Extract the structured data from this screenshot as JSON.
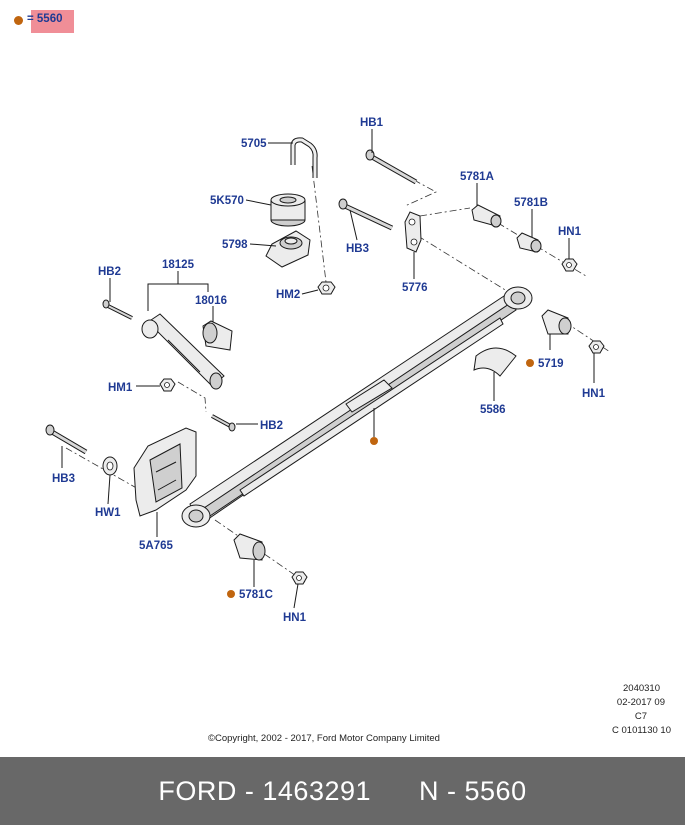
{
  "legend": {
    "text": "= 5560",
    "dot_color": "#c0650f",
    "highlight_color": "#f08e97"
  },
  "labels": {
    "c5705": "5705",
    "hb1": "HB1",
    "c5k570": "5K570",
    "c5798": "5798",
    "hm2": "HM2",
    "hb3_top": "HB3",
    "c5776": "5776",
    "c5781a": "5781A",
    "c5781b": "5781B",
    "hn1_top": "HN1",
    "c18125": "18125",
    "hb2_top": "HB2",
    "c18016": "18016",
    "hm1": "HM1",
    "hb2_mid": "HB2",
    "c5719": "5719",
    "hn1_right": "HN1",
    "c5586": "5586",
    "hb3_left": "HB3",
    "hw1": "HW1",
    "c5a765": "5A765",
    "c5781c": "5781C",
    "hn1_bottom": "HN1"
  },
  "meta": {
    "line1": "2040310",
    "line2": "02-2017 09",
    "line3": "C7",
    "line4": "C 0101130 10",
    "copyright": "©Copyright, 2002 - 2017, Ford Motor Company Limited"
  },
  "footer": {
    "left": "FORD - 1463291",
    "right": "N - 5560",
    "background": "#686868"
  },
  "colors": {
    "label": "#1f3a93",
    "marker": "#c0650f"
  }
}
